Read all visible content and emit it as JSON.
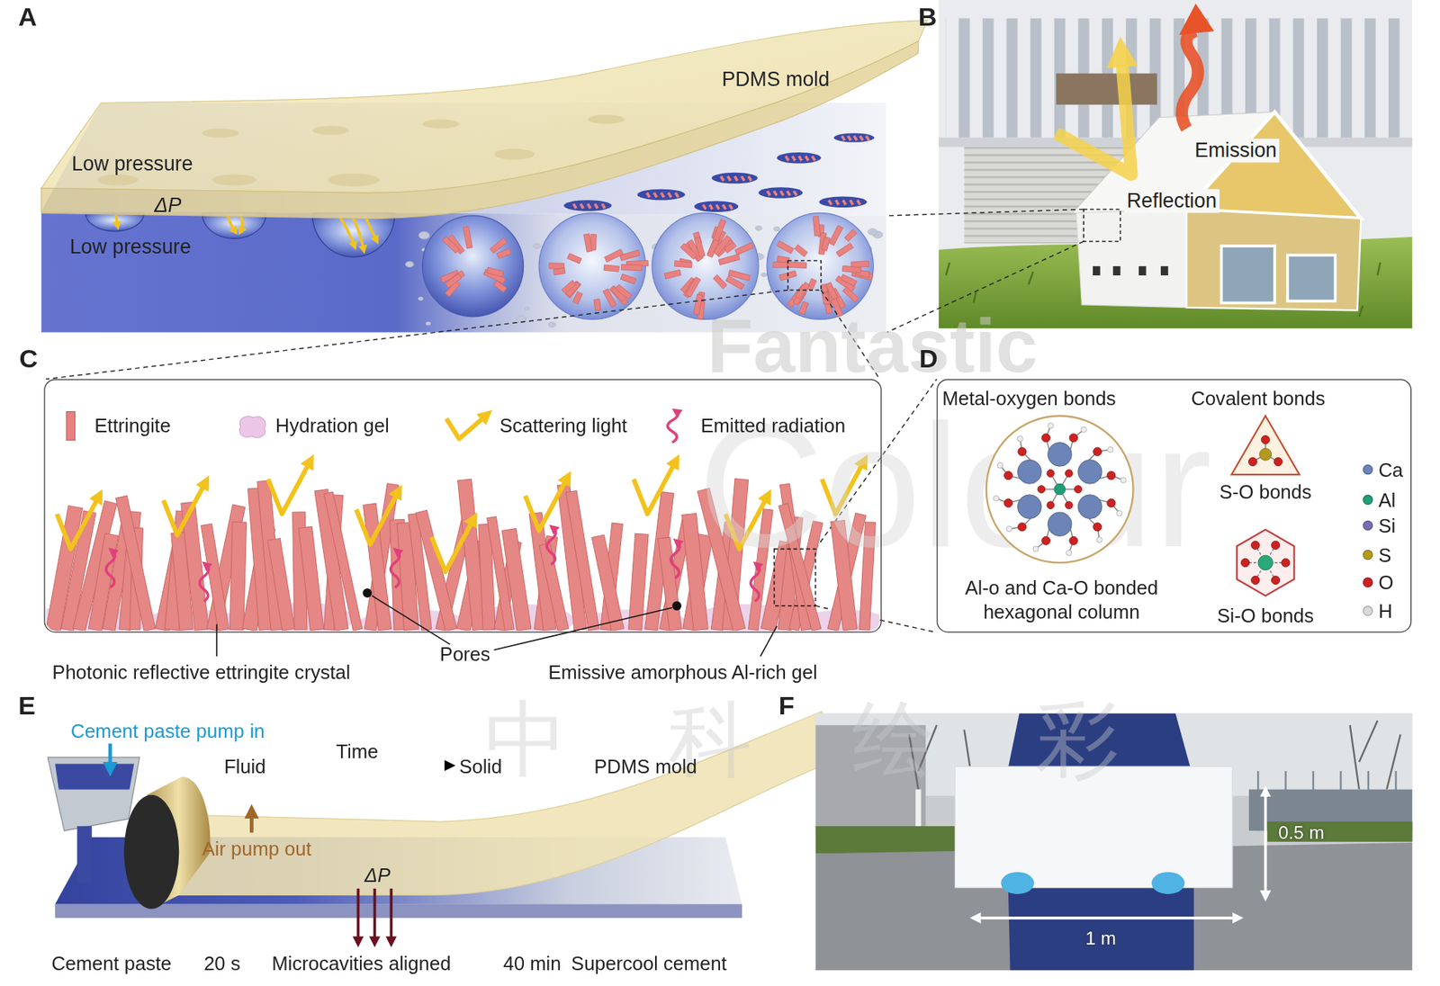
{
  "diagram": {
    "nodes": [
      {
        "text": [
          "C"
        ]
      },
      {
        "text": [
          "D",
          "Metal-oxygen bonds",
          "Covalent bonds"
        ]
      },
      {
        "text": [
          "Al-o and Ca-O bonded hexagonal column"
        ],
        "in": 1
      },
      {
        "text": [
          "S-O bonds"
        ],
        "in": 1
      },
      {
        "text": [
          "Si-O bonds"
        ],
        "in": 1
      }
    ],
    "labels": [
      "A",
      "B",
      "PDMS mold",
      "Low pressure",
      "ΔP",
      "Low pressure",
      "Emission",
      "Reflection",
      "Photonic reflective ettringite crystal",
      "Pores",
      "Emissive amorphous Al-rich gel",
      "E",
      "Cement paste pump in",
      "Fluid",
      "Time",
      "Solid",
      "PDMS mold",
      "Air pump out",
      "ΔP",
      "Cement paste",
      "20 s",
      "Microcavities aligned",
      "40 min",
      "Supercool cement",
      "F",
      "0.5 m",
      "1 m",
      "Fantastic",
      "Colour",
      "中科绘彩"
    ],
    "legend": [
      {
        "text": "Ettringite",
        "color": "#e8817f"
      },
      {
        "text": "Hydration gel"
      },
      {
        "text": "Scattering light"
      },
      {
        "text": "Emitted radiation"
      },
      {
        "text": "Ca",
        "color": "#6d84b8"
      },
      {
        "text": "Al",
        "color": "#1f9e78"
      },
      {
        "text": "Si",
        "color": "#7b6cb4"
      },
      {
        "text": "S",
        "color": "#b39a1e"
      },
      {
        "text": "O",
        "color": "#cc2222"
      },
      {
        "text": "H",
        "color": "#d9d9d9"
      }
    ]
  }
}
